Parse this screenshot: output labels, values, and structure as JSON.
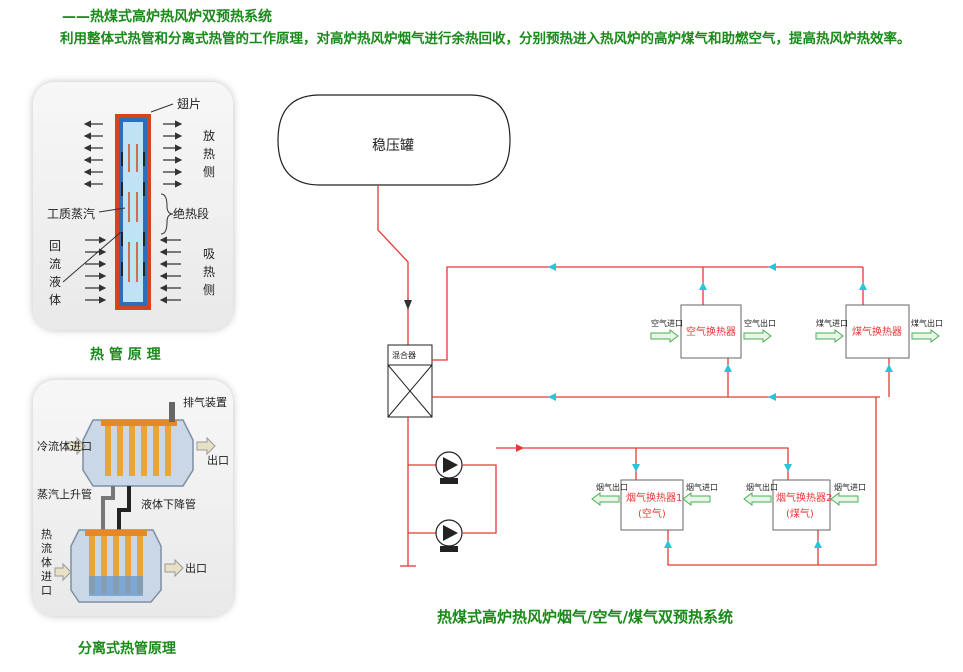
{
  "header": {
    "title": "——热煤式高炉热风炉双预热系统",
    "description": "利用整体式热管和分离式热管的工作原理，对高炉热风炉烟气进行余热回收，分别预热进入热风炉的高炉煤气和助燃空气，提高热风炉热效率。"
  },
  "heat_pipe": {
    "fin": "翅片",
    "release_side": "放热侧",
    "working_vapor": "工质蒸汽",
    "adiabatic": "绝热段",
    "reflux_liquid": "回流液体",
    "absorb_side": "吸热侧",
    "caption": "热 管 原 理"
  },
  "separated_pipe": {
    "exhaust": "排气装置",
    "cold_inlet": "冷流体进口",
    "outlet_top": "出口",
    "vapor_riser": "蒸汽上升管",
    "liquid_down": "液体下降管",
    "hot_inlet": "热流体进口",
    "outlet_bottom": "出口",
    "caption": "分离式热管原理"
  },
  "system": {
    "tank": "稳压罐",
    "mixer": "混合器",
    "air_hx": "空气换热器",
    "gas_hx": "煤气换热器",
    "air_in": "空气进口",
    "air_out": "空气出口",
    "gas_in": "煤气进口",
    "gas_out": "煤气出口",
    "flue_hx1_l1": "烟气换热器1",
    "flue_hx1_l2": "(空气)",
    "flue_hx2_l1": "烟气换热器2",
    "flue_hx2_l2": "(煤气)",
    "flue_out": "烟气出口",
    "flue_in": "烟气进口",
    "flue_out2": "烟气出口",
    "flue_in2": "烟气进口",
    "caption": "热煤式高炉热风炉烟气/空气/煤气双预热系统"
  }
}
